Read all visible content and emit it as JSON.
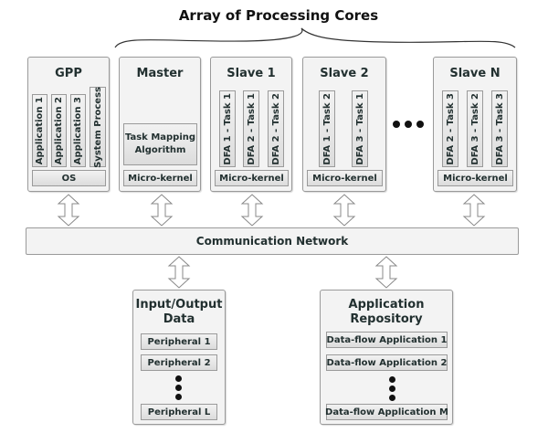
{
  "diagram": {
    "title": "Array of Processing Cores",
    "gpp": {
      "title": "GPP",
      "applications": [
        "Application 1",
        "Application 2",
        "Application 3",
        "System Process"
      ],
      "os_label": "OS"
    },
    "master": {
      "title": "Master",
      "algorithm_label": "Task Mapping Algorithm",
      "kernel_label": "Micro-kernel"
    },
    "slaves": [
      {
        "title": "Slave 1",
        "tasks": [
          "DFA 1 - Task 1",
          "DFA 2 - Task 1",
          "DFA 2 - Task 2"
        ],
        "kernel_label": "Micro-kernel"
      },
      {
        "title": "Slave 2",
        "tasks": [
          "DFA 1 - Task 2",
          "DFA 3 - Task 1"
        ],
        "kernel_label": "Micro-kernel"
      },
      {
        "title": "Slave N",
        "tasks": [
          "DFA 2 - Task 3",
          "DFA 3 - Task 2",
          "DFA 3 - Task 3"
        ],
        "kernel_label": "Micro-kernel"
      }
    ],
    "ellipsis_icon": "horizontal-ellipsis",
    "network_label": "Communication Network",
    "io": {
      "title_line1": "Input/Output",
      "title_line2": "Data",
      "items": [
        "Peripheral 1",
        "Peripheral 2",
        "Peripheral L"
      ],
      "ellipsis_icon": "vertical-ellipsis"
    },
    "repository": {
      "title_line1": "Application",
      "title_line2": "Repository",
      "items": [
        "Data-flow Application 1",
        "Data-flow Application 2",
        "Data-flow Application M"
      ],
      "ellipsis_icon": "vertical-ellipsis"
    },
    "arrow_icon": "double-headed-vertical-arrow"
  }
}
